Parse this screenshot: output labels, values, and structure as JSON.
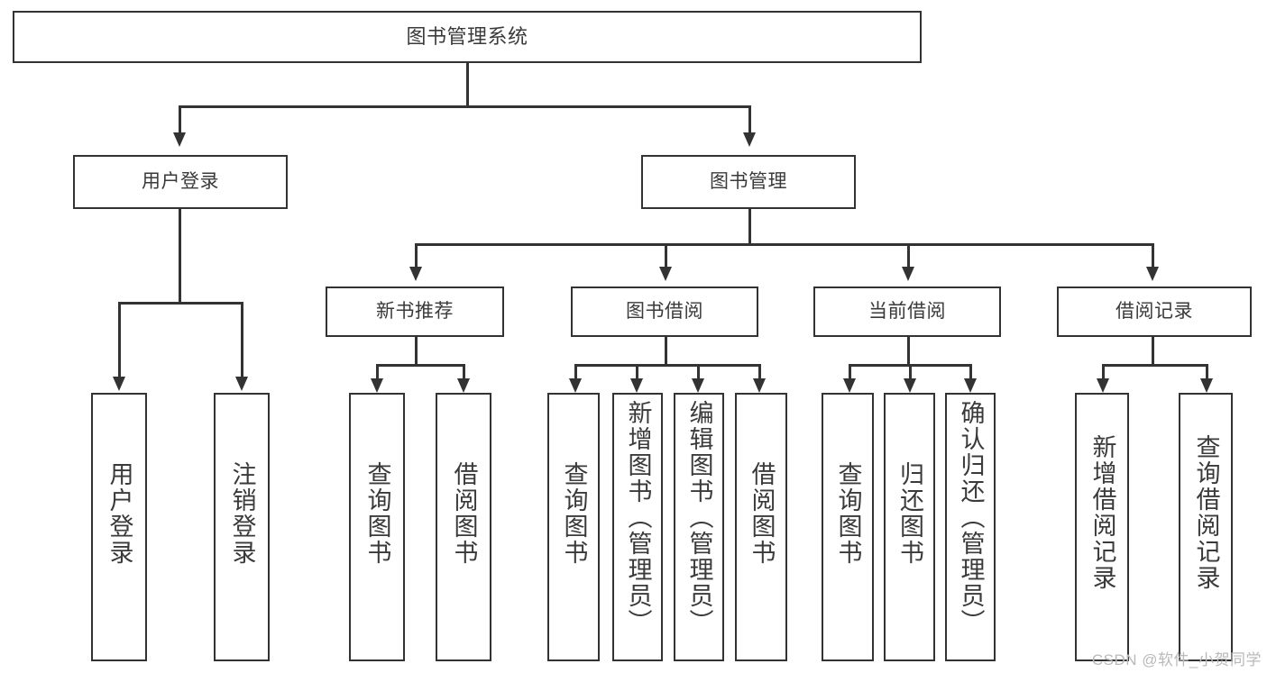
{
  "diagram": {
    "type": "tree",
    "title": "图书管理系统",
    "root": {
      "label": "图书管理系统"
    },
    "level2": [
      {
        "label": "用户登录"
      },
      {
        "label": "图书管理"
      }
    ],
    "level3": [
      {
        "label": "新书推荐"
      },
      {
        "label": "图书借阅"
      },
      {
        "label": "当前借阅"
      },
      {
        "label": "借阅记录"
      }
    ],
    "leaves": {
      "user_login": [
        {
          "label": "用户登录"
        },
        {
          "label": "注销登录"
        }
      ],
      "new_book_recommend": [
        {
          "label": "查询图书"
        },
        {
          "label": "借阅图书"
        }
      ],
      "book_borrow": [
        {
          "label": "查询图书"
        },
        {
          "label": "新增图书（管理员）"
        },
        {
          "label": "编辑图书（管理员）"
        },
        {
          "label": "借阅图书"
        }
      ],
      "current_borrow": [
        {
          "label": "查询图书"
        },
        {
          "label": "归还图书"
        },
        {
          "label": "确认归还（管理员）"
        }
      ],
      "borrow_record": [
        {
          "label": "新增借阅记录"
        },
        {
          "label": "查询借阅记录"
        }
      ]
    }
  },
  "watermark": {
    "text": "CSDN @软件_小贺同学"
  },
  "colors": {
    "stroke": "#333333",
    "text": "#3a3a3a",
    "background": "#ffffff",
    "watermark": "#b9b9b9"
  }
}
